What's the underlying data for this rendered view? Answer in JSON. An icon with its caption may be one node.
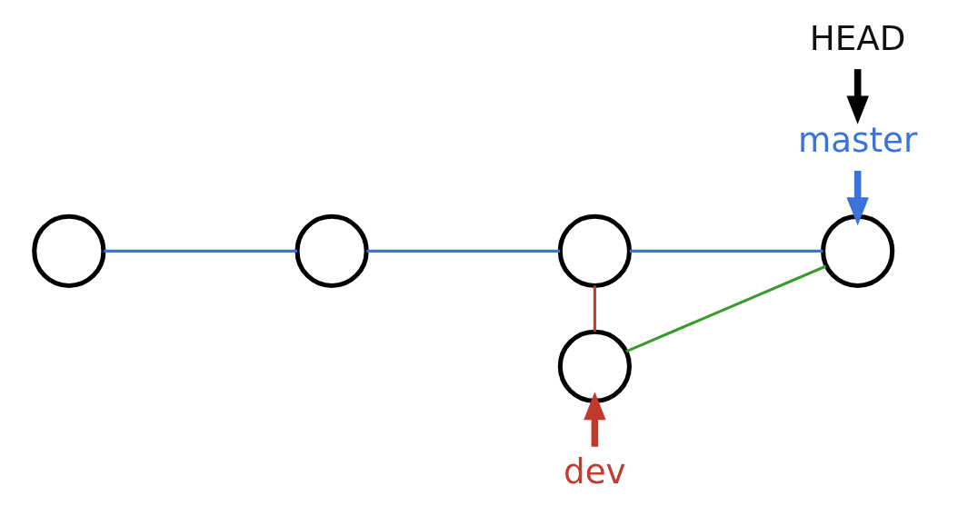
{
  "diagram": {
    "nodes": [
      {
        "text": [
          "HEAD"
        ]
      },
      {
        "text": [
          "master"
        ]
      },
      {
        "text": [],
        "shape": "circle"
      },
      {
        "text": [],
        "shape": "circle"
      },
      {
        "text": [],
        "shape": "circle"
      },
      {
        "text": [],
        "shape": "circle"
      },
      {
        "text": [],
        "shape": "circle"
      },
      {
        "text": [
          "dev"
        ]
      }
    ],
    "edges": [
      {
        "from": 0,
        "to": 1,
        "arrow": "to",
        "style": "thick",
        "color": "#000000"
      },
      {
        "from": 1,
        "to": 6,
        "arrow": "to",
        "style": "thick"
      },
      {
        "from": 2,
        "to": 3,
        "arrow": "none"
      },
      {
        "from": 3,
        "to": 4,
        "arrow": "none"
      },
      {
        "from": 4,
        "to": 6,
        "arrow": "none"
      },
      {
        "from": 4,
        "to": 5,
        "arrow": "none",
        "color": "#c0392b"
      },
      {
        "from": 5,
        "to": 6,
        "arrow": "none",
        "color": "#3a9a2f"
      },
      {
        "from": 7,
        "to": 5,
        "arrow": "to",
        "style": "thick",
        "color": "#c0392b"
      }
    ]
  }
}
